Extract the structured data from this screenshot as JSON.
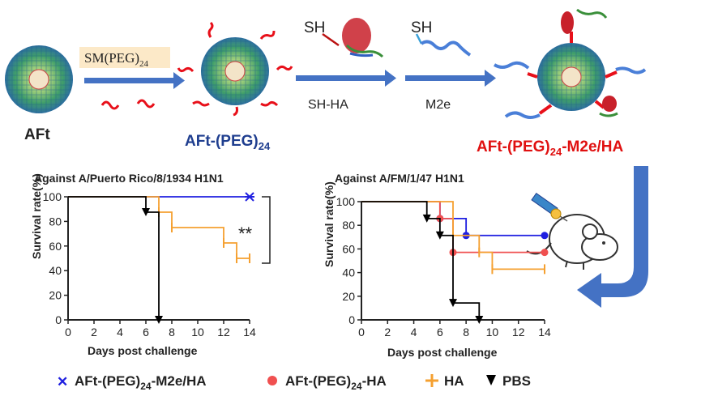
{
  "scheme": {
    "reagent_box": "SM(PEG)",
    "reagent_sub": "24",
    "step1_label": "SH-HA",
    "step2_label": "M2e",
    "thiol1": "SH",
    "thiol2": "SH",
    "afT": "AFt",
    "aft_peg_main": "AFt-(PEG)",
    "aft_peg_sub": "24",
    "final_main": "AFt-(PEG)",
    "final_sub": "24",
    "final_tail": "-M2e/HA"
  },
  "colors": {
    "blue_arrow": "#4472C4",
    "peg_red": "#E8101A",
    "label_blue": "#1F3E8F",
    "label_red": "#E01010",
    "box_bg": "#FCE9C8",
    "series_blue": "#1F1FE0",
    "series_red": "#F05050",
    "series_orange": "#F5A030",
    "series_black": "#000000"
  },
  "legend": [
    {
      "main": "AFt-(PEG)",
      "sub": "24",
      "tail": "-M2e/HA",
      "marker": "star",
      "color": "#1F1FE0"
    },
    {
      "main": "AFt-(PEG)",
      "sub": "24",
      "tail": "-HA",
      "marker": "circle",
      "color": "#F05050"
    },
    {
      "main": "HA",
      "sub": "",
      "tail": "",
      "marker": "tick",
      "color": "#F5A030"
    },
    {
      "main": "PBS",
      "sub": "",
      "tail": "",
      "marker": "triangle",
      "color": "#000000"
    }
  ],
  "chart_data": [
    {
      "type": "line",
      "title": "Against A/Puerto Rico/8/1934 H1N1",
      "xlabel": "Days post challenge",
      "ylabel": "Survival rate(%)",
      "xlim": [
        0,
        14
      ],
      "ylim": [
        0,
        100
      ],
      "xticks": [
        0,
        2,
        4,
        6,
        8,
        10,
        12,
        14
      ],
      "yticks": [
        0,
        20,
        40,
        60,
        80,
        100
      ],
      "annotation": "**",
      "series": [
        {
          "color": "#1F1FE0",
          "marker": "star",
          "x": [
            0,
            14
          ],
          "y": [
            100,
            100
          ]
        },
        {
          "color": "#F5A030",
          "marker": "tick",
          "x": [
            0,
            7,
            7,
            8,
            12,
            13,
            14
          ],
          "y": [
            100,
            100,
            87.5,
            75,
            62.5,
            50,
            50
          ]
        },
        {
          "color": "#000000",
          "marker": "triangle",
          "x": [
            0,
            6,
            6,
            7,
            7
          ],
          "y": [
            100,
            100,
            87.5,
            87.5,
            0
          ]
        }
      ]
    },
    {
      "type": "line",
      "title": "Against A/FM/1/47 H1N1",
      "xlabel": "Days post challenge",
      "ylabel": "Survival rate(%)",
      "xlim": [
        0,
        14
      ],
      "ylim": [
        0,
        100
      ],
      "xticks": [
        0,
        2,
        4,
        6,
        8,
        10,
        12,
        14
      ],
      "yticks": [
        0,
        20,
        40,
        60,
        80,
        100
      ],
      "series": [
        {
          "color": "#1F1FE0",
          "marker": "circle",
          "x": [
            0,
            6,
            8,
            14
          ],
          "y": [
            100,
            85.7,
            71.4,
            71.4
          ]
        },
        {
          "color": "#F05050",
          "marker": "circle",
          "x": [
            0,
            6,
            7,
            14
          ],
          "y": [
            100,
            85.7,
            57.1,
            57.1
          ]
        },
        {
          "color": "#F5A030",
          "marker": "tick",
          "x": [
            0,
            7,
            9,
            10,
            14
          ],
          "y": [
            100,
            71.4,
            57.1,
            42.9,
            42.9
          ]
        },
        {
          "color": "#000000",
          "marker": "triangle",
          "x": [
            0,
            5,
            6,
            7,
            9
          ],
          "y": [
            100,
            85.7,
            71.4,
            14.3,
            0
          ]
        }
      ]
    }
  ]
}
